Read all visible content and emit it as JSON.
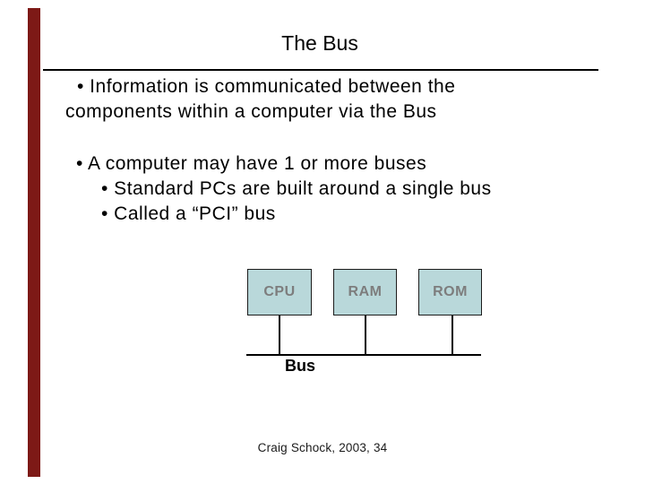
{
  "slide": {
    "title": "The Bus",
    "content": {
      "bullets": [
        {
          "level": 1,
          "lines": [
            "• Information is communicated between the",
            "components within a computer via the Bus"
          ]
        },
        {
          "level": 1,
          "lines": [
            "• A computer may have 1 or more buses"
          ]
        },
        {
          "level": 2,
          "lines": [
            "• Standard PCs are built around a single bus"
          ]
        },
        {
          "level": 2,
          "lines": [
            "• Called a “PCI” bus"
          ]
        }
      ]
    },
    "diagram": {
      "boxes": [
        {
          "label": "CPU"
        },
        {
          "label": "RAM"
        },
        {
          "label": "ROM"
        }
      ],
      "bus_label": "Bus",
      "colors": {
        "box_fill": "#b9d8da",
        "box_border": "#1c1c1c",
        "box_label": "#7d7d7d",
        "line": "#000000"
      }
    },
    "footer": "Craig Schock, 2003, 34",
    "accent_color": "#7d1916"
  }
}
